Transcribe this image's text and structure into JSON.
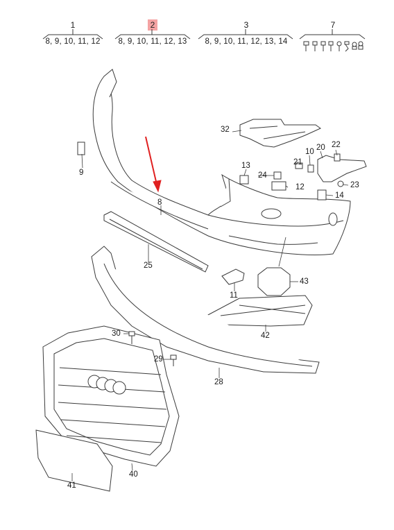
{
  "header": {
    "groups": [
      {
        "number": "1",
        "sub": "8, 9, 10, 11, 12",
        "highlighted": false
      },
      {
        "number": "2",
        "sub": "8, 9, 10, 11, 12, 13",
        "highlighted": true
      },
      {
        "number": "3",
        "sub": "8, 9, 10, 11, 12, 13, 14",
        "highlighted": false
      },
      {
        "number": "7",
        "sub": "",
        "highlighted": false
      }
    ],
    "highlight_color": "#f4a3a3"
  },
  "callouts": {
    "c8": "8",
    "c9": "9",
    "c10": "10",
    "c11": "11",
    "c12": "12",
    "c13": "13",
    "c14": "14",
    "c20": "20",
    "c21": "21",
    "c22": "22",
    "c23": "23",
    "c24": "24",
    "c25": "25",
    "c28": "28",
    "c29": "29",
    "c30": "30",
    "c32": "32",
    "c40": "40",
    "c41": "41",
    "c42": "42",
    "c43": "43"
  },
  "colors": {
    "arrow": "#e02020",
    "lines": "#3a3a3a",
    "fill": "#ffffff"
  }
}
